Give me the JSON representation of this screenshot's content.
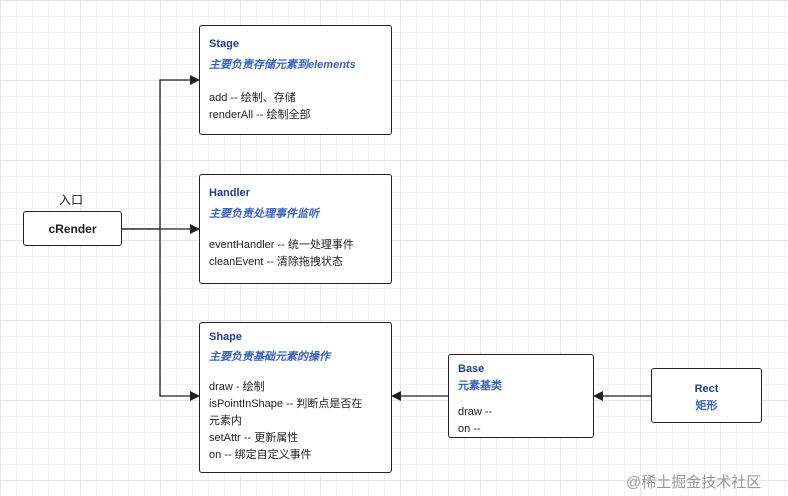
{
  "entry": {
    "label": "入口",
    "name": "cRender"
  },
  "stage": {
    "title": "Stage",
    "subtitle": "主要负责存储元素到elements",
    "lines": [
      "add -- 绘制、存储",
      "renderAll -- 绘制全部"
    ]
  },
  "handler": {
    "title": "Handler",
    "subtitle": "主要负责处理事件监听",
    "lines": [
      "eventHandler -- 统一处理事件",
      "cleanEvent -- 清除拖拽状态"
    ]
  },
  "shape": {
    "title": "Shape",
    "subtitle": "主要负责基础元素的操作",
    "lines": [
      "draw - 绘制",
      "isPointInShape -- 判断点是否在",
      "元素内",
      "setAttr -- 更新属性",
      "on -- 绑定自定义事件"
    ]
  },
  "base": {
    "title": "Base",
    "subtitle": "元素基类",
    "lines": [
      "draw --",
      "on --"
    ]
  },
  "rect": {
    "title": "Rect",
    "subtitle": "矩形"
  },
  "watermark": "@稀土掘金技术社区",
  "colors": {
    "title": "#1f3f8f",
    "subtitle": "#3a64c0",
    "stroke": "#222222"
  }
}
